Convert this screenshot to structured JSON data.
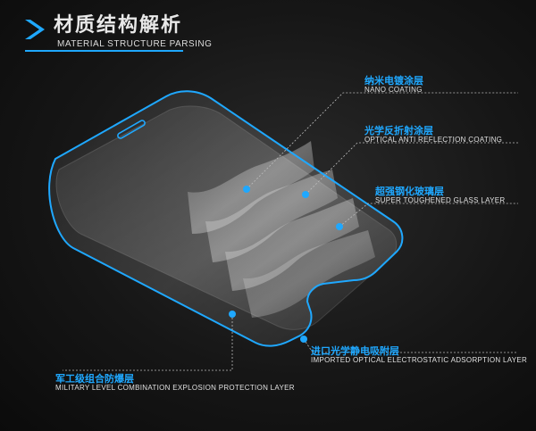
{
  "header": {
    "title_cn": "材质结构解析",
    "title_en": "MATERIAL STRUCTURE PARSING"
  },
  "layers": [
    {
      "cn": "纳米电镀涂层",
      "en": "NANO COATING"
    },
    {
      "cn": "光学反折射涂层",
      "en": "OPTICAL ANTI REFLECTION COATING"
    },
    {
      "cn": "超强钢化玻璃层",
      "en": "SUPER TOUGHENED GLASS LAYER"
    },
    {
      "cn": "进口光学静电吸附层",
      "en": "IMPORTED OPTICAL ELECTROSTATIC ADSORPTION LAYER"
    },
    {
      "cn": "军工级组合防爆层",
      "en": "MILITARY LEVEL COMBINATION EXPLOSION PROTECTION LAYER"
    }
  ],
  "colors": {
    "accent": "#1fa8ff",
    "background": "#161616",
    "text": "#e0e0e0"
  },
  "icons": [
    "chevron-right-icon"
  ]
}
